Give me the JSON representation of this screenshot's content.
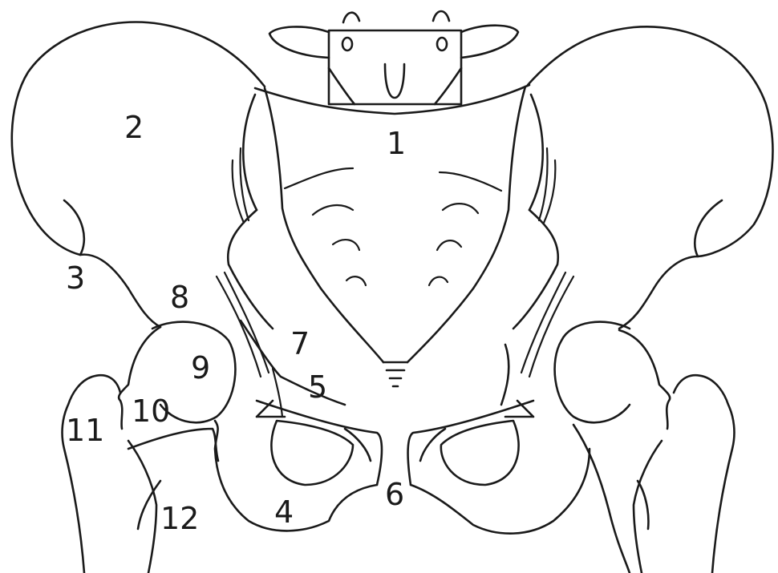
{
  "diagram": {
    "labels": [
      {
        "key": "sacrum",
        "text": "1"
      },
      {
        "key": "ilium",
        "text": "2"
      },
      {
        "key": "anterior-superior-iliac-spine",
        "text": "3"
      },
      {
        "key": "ischium",
        "text": "4"
      },
      {
        "key": "pubis",
        "text": "5"
      },
      {
        "key": "pubic-symphysis",
        "text": "6"
      },
      {
        "key": "pelvic-brim",
        "text": "7"
      },
      {
        "key": "acetabulum-rim",
        "text": "8"
      },
      {
        "key": "femoral-head",
        "text": "9"
      },
      {
        "key": "femoral-neck",
        "text": "10"
      },
      {
        "key": "greater-trochanter",
        "text": "11"
      },
      {
        "key": "lesser-trochanter",
        "text": "12"
      }
    ]
  }
}
